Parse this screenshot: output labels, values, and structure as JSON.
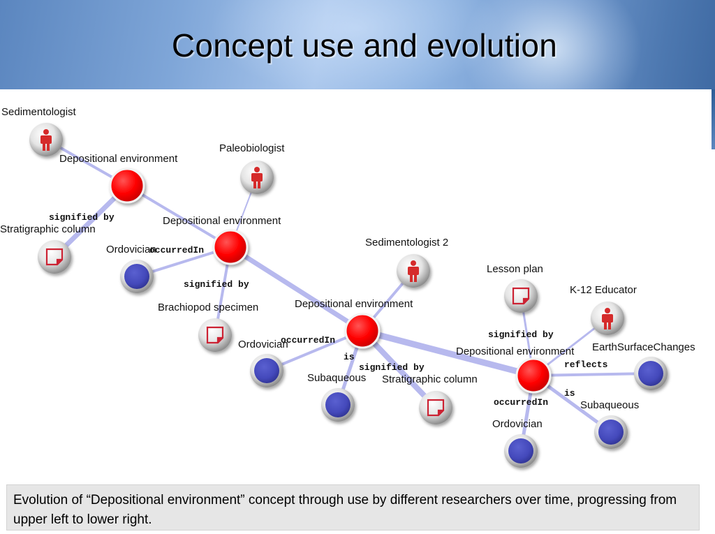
{
  "title": "Concept use and evolution",
  "caption": "Evolution of “Depositional environment” concept through use by different researchers over time, progressing from upper left to lower right.",
  "colors": {
    "concept": "#ff0000",
    "person": "#d52b2b",
    "document": "#cc2233",
    "value": "#4449bb",
    "edge": "#b7b9ee"
  },
  "labels": {
    "sedimentologist": "Sedimentologist",
    "dep_env_1": "Depositional environment",
    "paleobiologist": "Paleobiologist",
    "dep_env_2": "Depositional environment",
    "strat_column_1": "Stratigraphic column",
    "ordovician_1": "Ordovician",
    "brachiopod": "Brachiopod specimen",
    "sedimentologist_2": "Sedimentologist 2",
    "dep_env_3": "Depositional environment",
    "ordovician_2": "Ordovician",
    "subaqueous_1": "Subaqueous",
    "strat_column_2": "Stratigraphic column",
    "lesson_plan": "Lesson plan",
    "k12": "K-12 Educator",
    "dep_env_4": "Depositional environment",
    "earth_surface": "EarthSurfaceChanges",
    "ordovician_3": "Ordovician",
    "subaqueous_2": "Subaqueous"
  },
  "edge_labels": {
    "signified_by_1": "signified by",
    "occurredin_1": "occurredIn",
    "signified_by_2": "signified by",
    "occurredin_2": "occurredIn",
    "is_1": "is",
    "signified_by_3": "signified by",
    "signified_by_4": "signified by",
    "reflects": "reflects",
    "is_2": "is",
    "occurredin_3": "occurredIn"
  }
}
